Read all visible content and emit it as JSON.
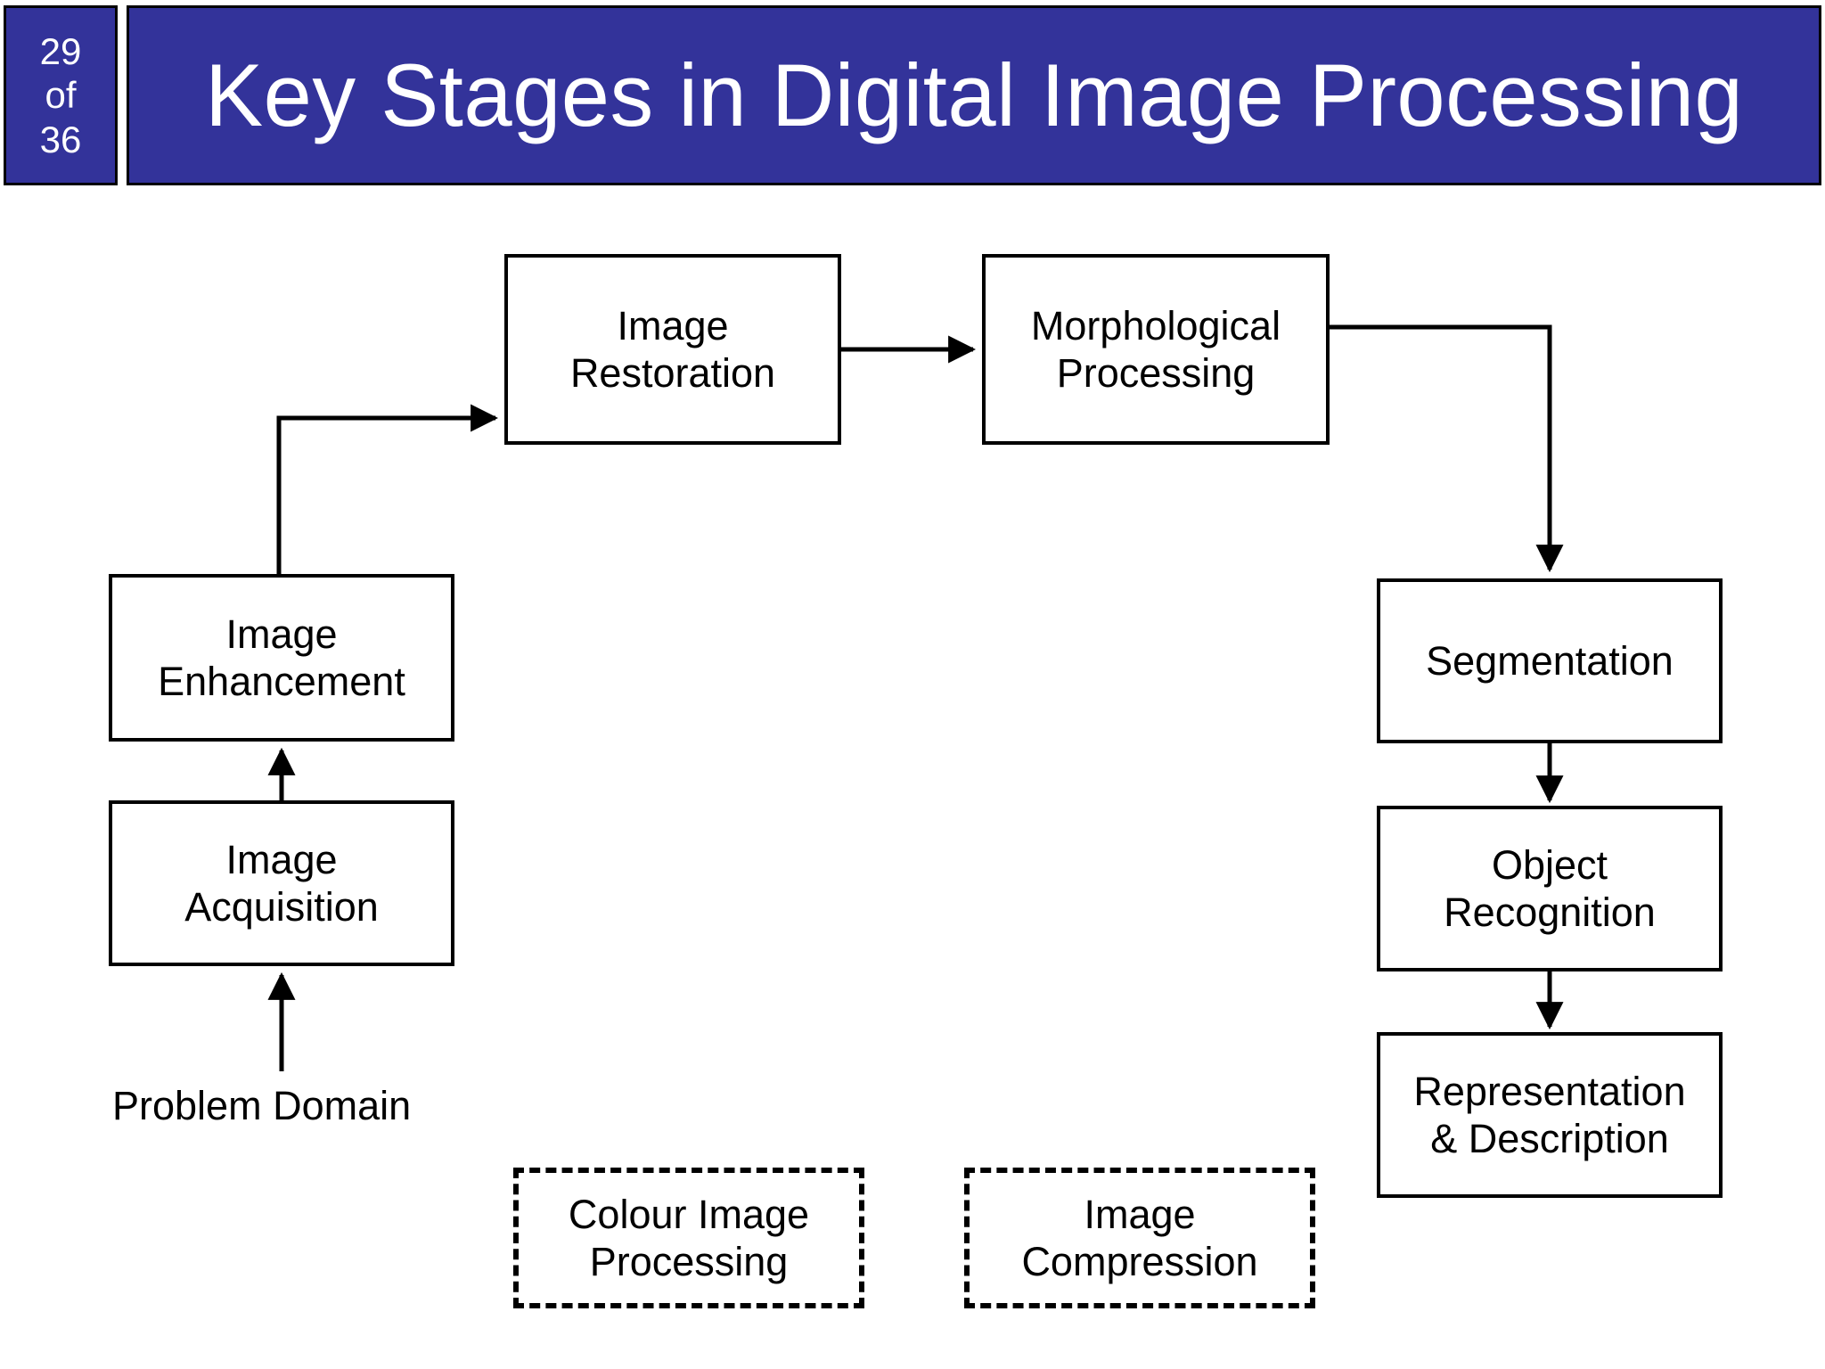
{
  "slide": {
    "page_number_badge": {
      "current": "29",
      "separator": "of",
      "total": "36"
    },
    "title": "Key Stages in Digital Image Processing",
    "colors": {
      "header_background": "#33339a",
      "header_text": "#ffffff",
      "slide_background": "#ffffff",
      "box_border": "#000000",
      "box_text": "#000000"
    }
  },
  "diagram": {
    "type": "flowchart",
    "nodes": [
      {
        "id": "problem-domain",
        "label": "Problem Domain",
        "style": "plain-text"
      },
      {
        "id": "image-acquisition",
        "label": "Image\nAcquisition",
        "line1": "Image",
        "line2": "Acquisition",
        "style": "solid-box"
      },
      {
        "id": "image-enhancement",
        "label": "Image\nEnhancement",
        "line1": "Image",
        "line2": "Enhancement",
        "style": "solid-box"
      },
      {
        "id": "image-restoration",
        "label": "Image\nRestoration",
        "line1": "Image",
        "line2": "Restoration",
        "style": "solid-box"
      },
      {
        "id": "morphological-processing",
        "label": "Morphological\nProcessing",
        "line1": "Morphological",
        "line2": "Processing",
        "style": "solid-box"
      },
      {
        "id": "segmentation",
        "label": "Segmentation",
        "line1": "Segmentation",
        "line2": "",
        "style": "solid-box"
      },
      {
        "id": "object-recognition",
        "label": "Object\nRecognition",
        "line1": "Object",
        "line2": "Recognition",
        "style": "solid-box"
      },
      {
        "id": "representation-description",
        "label": "Representation\n& Description",
        "line1": "Representation",
        "line2": "& Description",
        "style": "solid-box"
      },
      {
        "id": "colour-image-processing",
        "label": "Colour Image\nProcessing",
        "line1": "Colour Image",
        "line2": "Processing",
        "style": "dashed-box"
      },
      {
        "id": "image-compression",
        "label": "Image\nCompression",
        "line1": "Image",
        "line2": "Compression",
        "style": "dashed-box"
      }
    ],
    "edges": [
      {
        "from": "problem-domain",
        "to": "image-acquisition",
        "shape": "straight-up",
        "arrowhead": true
      },
      {
        "from": "image-acquisition",
        "to": "image-enhancement",
        "shape": "straight-up",
        "arrowhead": true
      },
      {
        "from": "image-enhancement",
        "to": "image-restoration",
        "shape": "elbow-up-right",
        "arrowhead": true
      },
      {
        "from": "image-restoration",
        "to": "morphological-processing",
        "shape": "straight-right",
        "arrowhead": true
      },
      {
        "from": "morphological-processing",
        "to": "segmentation",
        "shape": "elbow-right-down",
        "arrowhead": true
      },
      {
        "from": "segmentation",
        "to": "object-recognition",
        "shape": "straight-down",
        "arrowhead": true
      },
      {
        "from": "object-recognition",
        "to": "representation-description",
        "shape": "straight-down",
        "arrowhead": true
      }
    ]
  }
}
